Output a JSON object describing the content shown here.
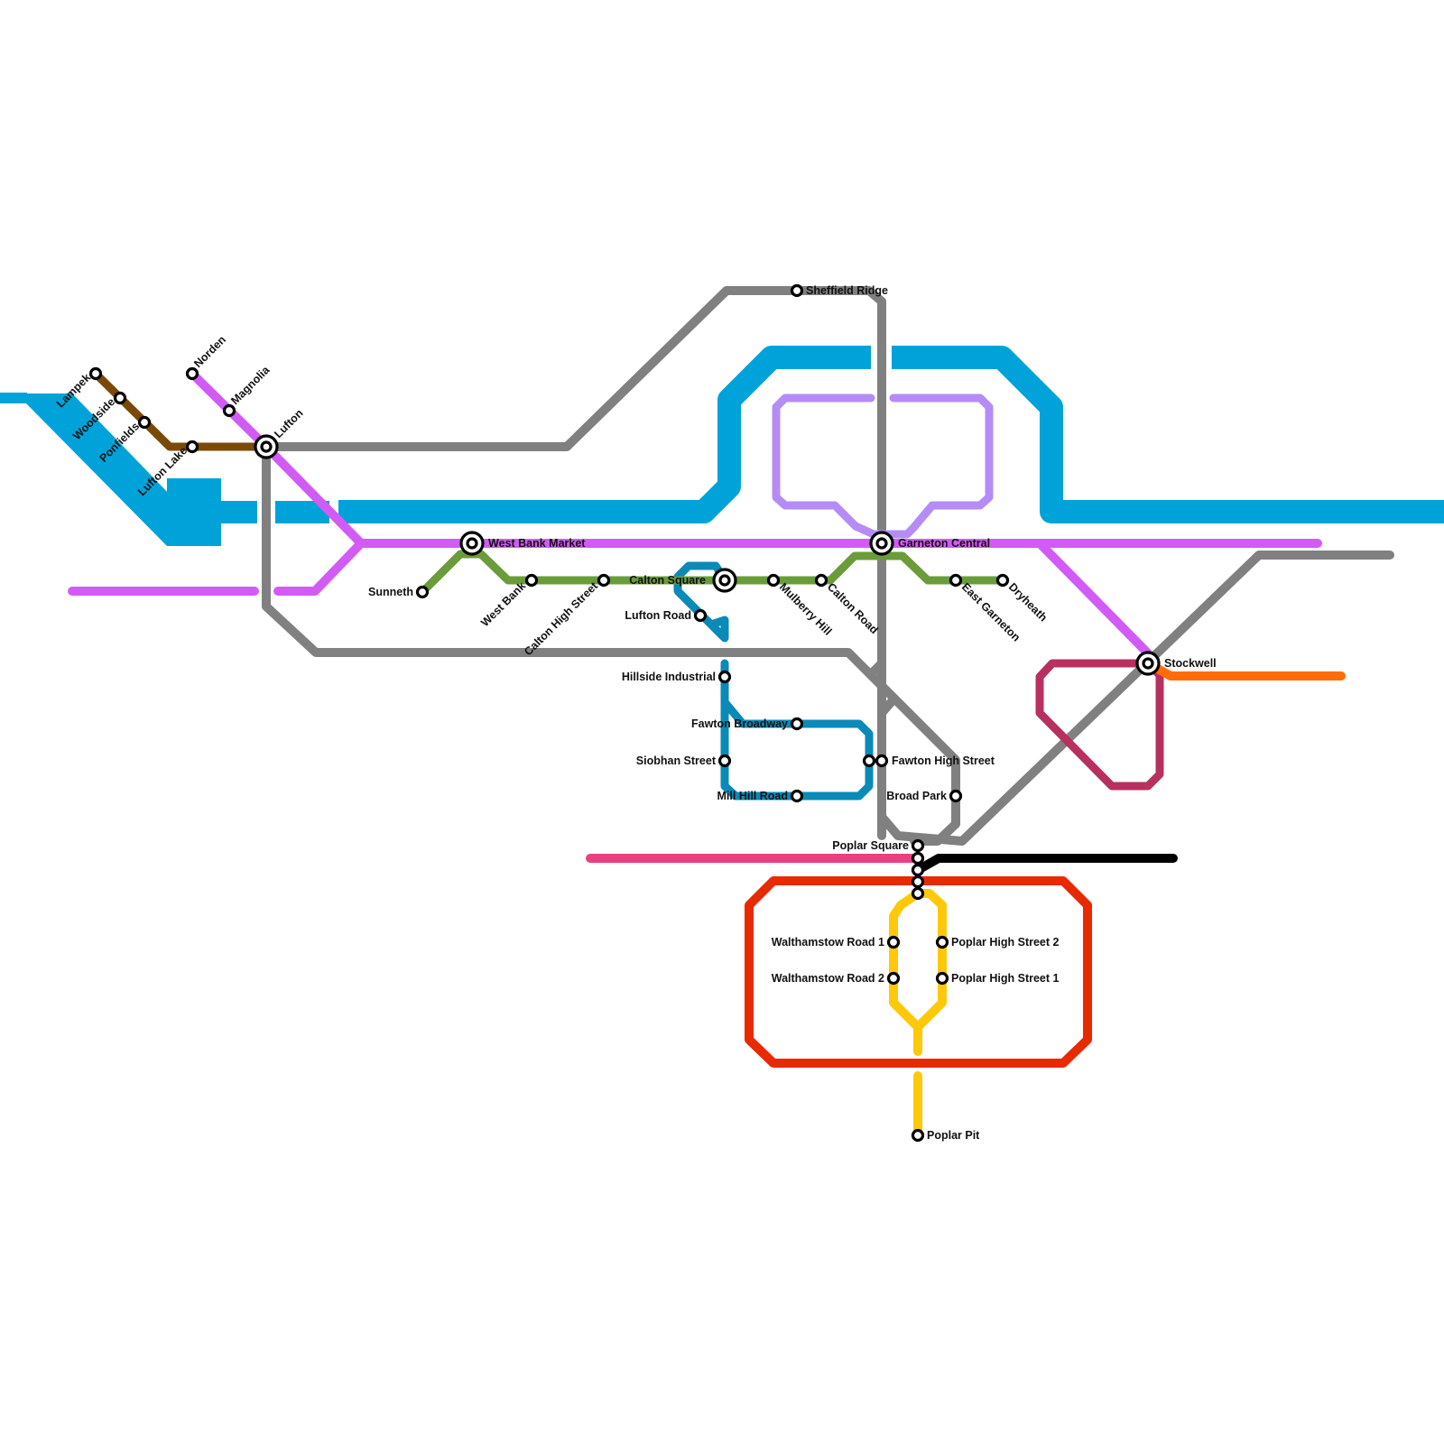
{
  "colors": {
    "river": "#00a3d9",
    "grey": "#808080",
    "magenta": "#d25bf5",
    "brown": "#7a4a05",
    "green": "#6a9c3a",
    "teal": "#0a8ab8",
    "lavender": "#b58cf5",
    "crimson": "#b83060",
    "orange": "#ff6c08",
    "pink": "#e94080",
    "black": "#000000",
    "red": "#e82a00",
    "yellow": "#ffc90a"
  },
  "interchanges": {
    "lufton": "Lufton",
    "west_bank_market": "West Bank Market",
    "calton_square": "Calton Square",
    "garneton_central": "Garneton Central",
    "stockwell": "Stockwell"
  },
  "stations": {
    "lampek": "Lampek",
    "woodside": "Woodside",
    "ponfields": "Ponfields",
    "lufton_lake": "Lufton Lake",
    "norden": "Norden",
    "magnolia": "Magnolia",
    "sunneth": "Sunneth",
    "west_bank": "West Bank",
    "calton_high_street": "Calton High Street",
    "mulberry_hill": "Mulberry Hill",
    "calton_road": "Calton Road",
    "east_garneton": "East Garneton",
    "dryheath": "Dryheath",
    "lufton_road": "Lufton Road",
    "sheffield_ridge": "Sheffield Ridge",
    "hillside_industrial": "Hillside Industrial",
    "fawton_broadway": "Fawton Broadway",
    "siobhan_street": "Siobhan Street",
    "mill_hill_road": "Mill Hill Road",
    "fawton_high_street": "Fawton High Street",
    "broad_park": "Broad Park",
    "poplar_square": "Poplar Square",
    "walthamstow_road_1": "Walthamstow Road 1",
    "walthamstow_road_2": "Walthamstow Road 2",
    "poplar_high_street_2": "Poplar High Street 2",
    "poplar_high_street_1": "Poplar High Street 1",
    "poplar_pit": "Poplar Pit"
  }
}
